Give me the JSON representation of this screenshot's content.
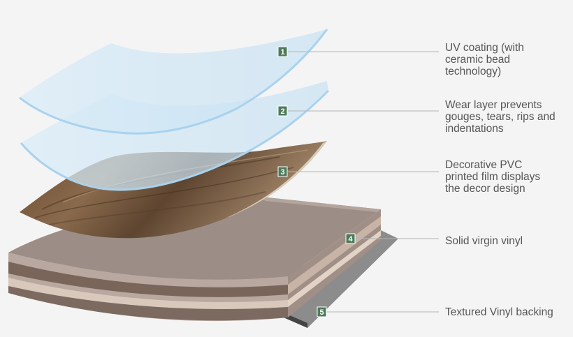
{
  "layers": [
    {
      "number": "1",
      "label": "UV coating (with\nceramic bead\ntechnology)"
    },
    {
      "number": "2",
      "label": "Wear layer prevents\ngouges, tears, rips and\nindentations"
    },
    {
      "number": "3",
      "label": "Decorative PVC\nprinted film displays\nthe decor design"
    },
    {
      "number": "4",
      "label": "Solid virgin vinyl"
    },
    {
      "number": "5",
      "label": "Textured Vinyl backing"
    }
  ],
  "colors": {
    "badge": "#4e7a5b",
    "leader_line": "#b5b5b5",
    "text": "#555555",
    "uv_film": "#cfe6f5",
    "vinyl_top": "#9c8e86",
    "backing": "#8a8a8a"
  }
}
